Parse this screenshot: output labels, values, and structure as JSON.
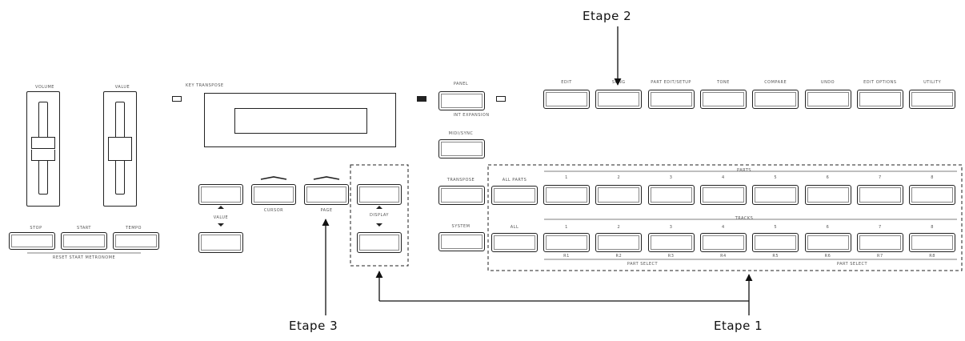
{
  "callouts": {
    "step1": "Etape 1",
    "step2": "Etape 2",
    "step3": "Etape 3"
  },
  "panel_labels": {
    "fader_left": "VOLUME",
    "fader_right": "VALUE",
    "stop": "STOP",
    "start": "START",
    "tempo": "TEMPO",
    "reset_start_metronome": "RESET START METRONOME",
    "display_led": "KEY TRANSPOSE",
    "value_arrows": "VALUE",
    "cursor": "CURSOR",
    "page": "PAGE",
    "display_arrows": "DISPLAY",
    "mode_row_top": "PANEL",
    "mode_row_bottom": "INT EXPANSION",
    "mode_row2": "MIDI/SYNC",
    "mode_row3": "TRANSPOSE",
    "mode_row4": "SYSTEM",
    "all_parts": "ALL PARTS",
    "all_tracks": "ALL",
    "parts_group": "PARTS",
    "tracks_group": "TRACKS",
    "part_select_1": "PART SELECT",
    "part_select_2": "PART SELECT"
  },
  "top_row_labels": [
    "EDIT",
    "SONG",
    "PART EDIT/SETUP",
    "TONE",
    "COMPARE",
    "UNDO",
    "EDIT OPTIONS",
    "UTILITY"
  ],
  "part_numbers": [
    "1",
    "2",
    "3",
    "4",
    "5",
    "6",
    "7",
    "8"
  ],
  "track_numbers": [
    "1",
    "2",
    "3",
    "4",
    "5",
    "6",
    "7",
    "8"
  ],
  "bottom_group_labels": [
    "R1",
    "R2",
    "R3",
    "R4",
    "R5",
    "R6",
    "R7",
    "R8"
  ]
}
